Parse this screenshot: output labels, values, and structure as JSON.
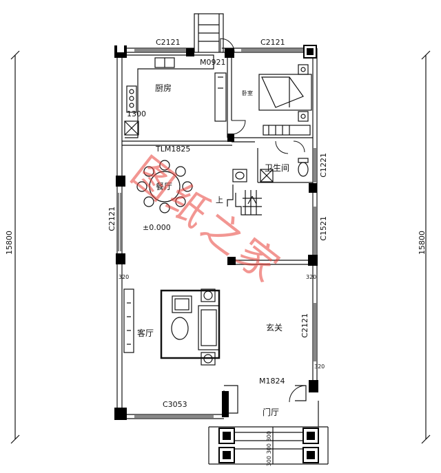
{
  "rooms": {
    "kitchen": "厨房",
    "bedroom": "卧室",
    "bathroom": "卫生间",
    "dining": "餐厅",
    "living": "客厅",
    "foyer": "玄关",
    "entry": "门厅"
  },
  "openings": {
    "top_left_window": "C2121",
    "top_right_window": "C2121",
    "kitchen_door": "M0921",
    "kitchen_width": "1300",
    "sliding_door": "TLM1825",
    "left_window": "C2121",
    "right_window_upper": "C1221",
    "right_window_middle": "C1521",
    "right_window_lower": "C2121",
    "entry_door": "M1824",
    "bottom_window": "C3053"
  },
  "annotations": {
    "floor_level": "±0.000",
    "stair_up": "上",
    "wall_left": "320",
    "wall_right_mid": "320",
    "wall_right_low": "320",
    "porch_dim_1": "300",
    "porch_dim_2": "300",
    "porch_dim_3": "300"
  },
  "dimensions": {
    "left_total": "15800",
    "right_total": "15800"
  },
  "watermark": "图纸之家",
  "colors": {
    "line": "#111111",
    "column": "#000000",
    "watermark": "#e8413a"
  }
}
